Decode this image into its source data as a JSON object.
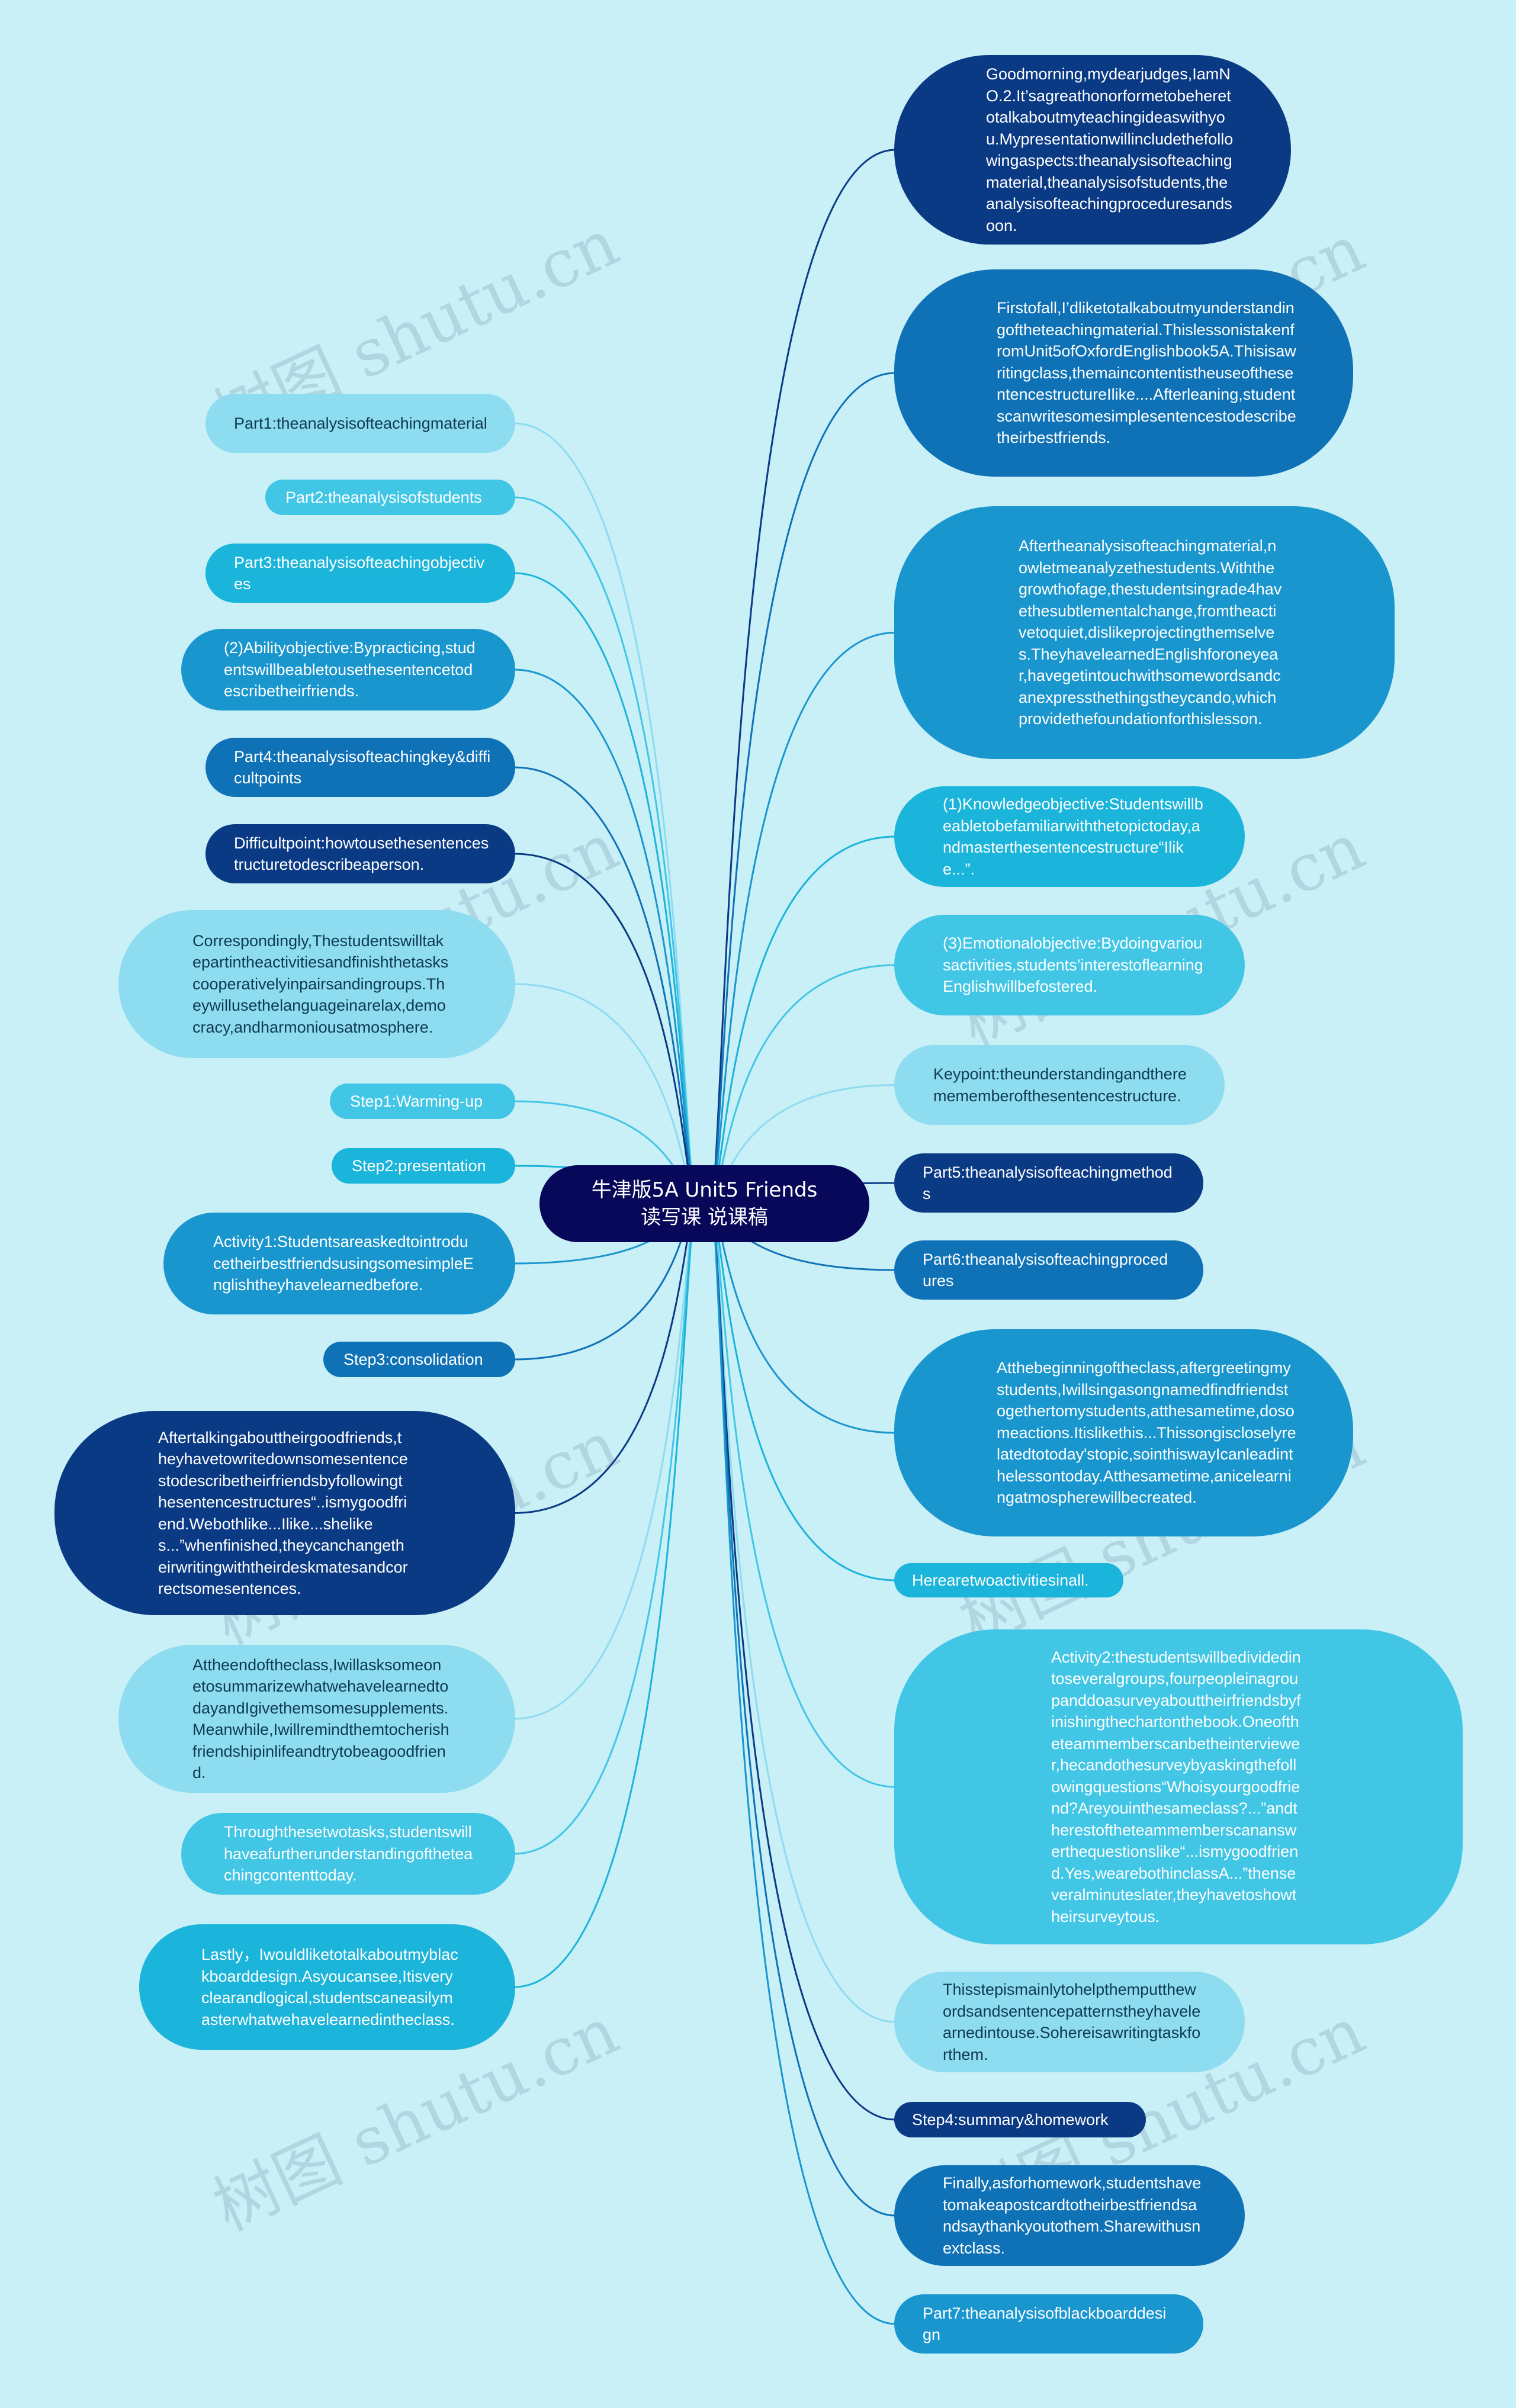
{
  "root": {
    "line1": "牛津版5A Unit5 Friends",
    "line2": "读写课 说课稿"
  },
  "watermark": "树图 shutu.cn",
  "palette": {
    "navy": "#0b3a85",
    "blue": "#0f72b6",
    "mid": "#1a96cf",
    "cyan": "#1bb4da",
    "light": "#42c6e6",
    "pale": "#8edcf0",
    "root": "#08085a"
  },
  "right_nodes": [
    "Goodmorning,mydearjudges,IamNO.2.It’sagreathonorformetobeheretotalkaboutmyteachingideaswithyou.Mypresentationwillincludethefollowingaspects:theanalysisofteachingmaterial,theanalysisofstudents,theanalysisofteachingproceduresandsoon.",
    "Firstofall,I’dliketotalkaboutmyunderstandingoftheteachingmaterial.ThislessonistakenfromUnit5ofOxfordEnglishbook5A.Thisisawritingclass,themaincontentistheuseofthesentencestructureIlike....Afterleaning,studentscanwritesomesimplesentencestodescribetheirbestfriends.",
    "Aftertheanalysisofteachingmaterial,nowletmeanalyzethestudents.Withthegrowthofage,thestudentsingrade4havethesubtlementalchange,fromtheactivetoquiet,dislikeprojectingthemselves.TheyhavelearnedEnglishforoneyear,havegetintouchwithsomewordsandcanexpressthethingstheycando,whichprovidethefoundationforthislesson.",
    "(1)Knowledgeobjective:Studentswillbeabletobefamiliarwiththetopictoday,andmasterthesentencestructure“Ilike...”.",
    "(3)Emotionalobjective:Bydoingvariousactivities,students’interestoflearningEnglishwillbefostered.",
    "Keypoint:theunderstandingandtheremememberofthesentencestructure.",
    "Part5:theanalysisofteachingmethods",
    "Part6:theanalysisofteachingprocedures",
    "Atthebeginningoftheclass,aftergreetingmystudents,Iwillsingasongnamedfindfriendstogethertomystudents,atthesametime,dosomeactions.Itislikethis...Thissongiscloselyrelatedtotoday'stopic,sointhiswayIcanleadinthelessontoday.Atthesametime,anicelearningatmospherewillbecreated.",
    "Herearetwoactivitiesinall.",
    "Activity2:thestudentswillbedividedintoseveralgroups,fourpeopleinagroupanddoasurveyabouttheirfriendsbyfinishingthechartonthebook.Oneoftheteammemberscanbetheinterviewer,hecandothesurveybyaskingthefollowingquestions“Whoisyourgoodfriend?Areyouinthesameclass?...”andtherestoftheteammemberscananswerthequestionslike“...ismygoodfriend.Yes,wearebothinclassA...”thenseveralminuteslater,theyhavetoshowtheirsurveytous.",
    "Thisstepismainlytohelpthemputthewordsandsentencepatternstheyhavelearnedintouse.Sohereisawritingtaskforthem.",
    "Step4:summary&homework",
    "Finally,asforhomework,studentshavetomakeapostcardtotheirbestfriendsandsaythankyoutothem.Sharewithusnextclass.",
    "Part7:theanalysisofblackboarddesign"
  ],
  "left_nodes": [
    "Part1:theanalysisofteachingmaterial",
    "Part2:theanalysisofstudents",
    "Part3:theanalysisofteachingobjectives",
    "(2)Abilityobjective:Bypracticing,studentswillbeabletousethesentencetodescribetheirfriends.",
    "Part4:theanalysisofteachingkey&difficultpoints",
    "Difficultpoint:howtousethesentencestructuretodescribeaperson.",
    "Correspondingly,Thestudentswilltakepartintheactivitiesandfinishthetaskscooperativelyinpairsandingroups.Theywillusethelanguageinarelax,democracy,andharmoniousatmosphere.",
    "Step1:Warming-up",
    "Step2:presentation",
    "Activity1:StudentsareaskedtointroducetheirbestfriendsusingsomesimpleEnglishtheyhavelearnedbefore.",
    "Step3:consolidation",
    "Aftertalkingabouttheirgoodfriends,theyhavetowritedownsomesentencestodescribetheirfriendsbyfollowingthesentencestructures“..ismygoodfriend.Webothlike...Ilike...shelikes...”whenfinished,theycanchangetheirwritingwiththeirdeskmatesandcorrectsomesentences.",
    "Attheendoftheclass,IwillasksomeonetosummarizewhatwehavelearnedtodayandIgivethemsomesupplements.Meanwhile,Iwillremindthemtocherishfriendshipinlifeandtrytobeagoodfriend.",
    "Throughthesetwotasks,studentswillhaveafurtherunderstandingoftheteachingcontenttoday.",
    "Lastly，Iwouldliketotalkaboutmyblackboarddesign.Asyoucansee,Itisveryclearandlogical,studentscaneasilymasterwhatwehavelearnedintheclass."
  ]
}
